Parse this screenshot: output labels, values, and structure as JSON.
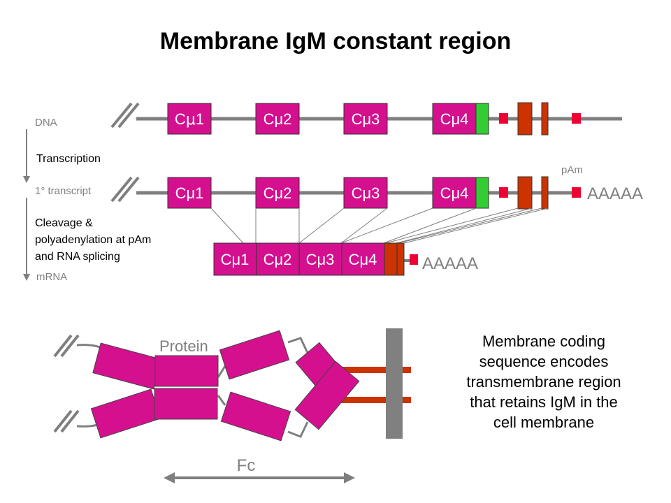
{
  "title": "Membrane IgM constant region",
  "side_labels": {
    "dna": "DNA",
    "transcription": "Transcription",
    "primary_transcript": "1° transcript",
    "cleavage": [
      "Cleavage &",
      "polyadenylation at pAm",
      "and RNA splicing"
    ],
    "mrna": "mRNA"
  },
  "exons": [
    {
      "prefix": "C",
      "sub": "m",
      "num": "1"
    },
    {
      "prefix": "C",
      "sub": "m",
      "num": "2"
    },
    {
      "prefix": "C",
      "sub": "m",
      "num": "3"
    },
    {
      "prefix": "C",
      "sub": "m",
      "num": "4"
    }
  ],
  "pam_label": "pAm",
  "polya_label": "AAAAA",
  "protein_label": "Protein",
  "fc_label": "Fc",
  "description": [
    "Membrane coding",
    "sequence encodes",
    "transmembrane region",
    "that retains IgM in the",
    "cell membrane"
  ],
  "colors": {
    "exon": "#d4108f",
    "membrane_exon": "#33cc33",
    "transmembrane": "#cc3300",
    "signal": "#ee0033",
    "line": "#7f7f7f",
    "membrane": "#808080"
  }
}
